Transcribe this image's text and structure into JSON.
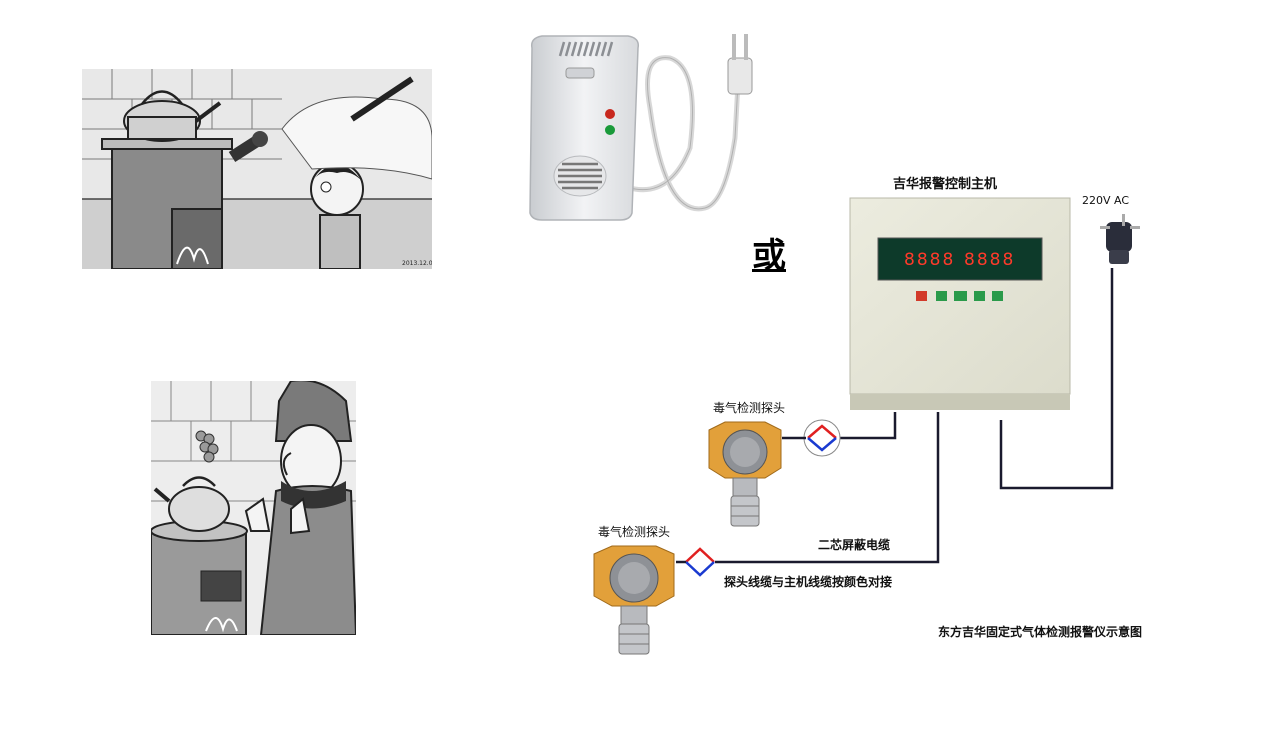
{
  "or_text": "或",
  "controller": {
    "title": "吉华报警控制主机",
    "display_left": "8888",
    "display_right": "8888"
  },
  "power": {
    "label": "220V AC"
  },
  "probes": [
    {
      "label": "毒气检测探头"
    },
    {
      "label": "毒气检测探头"
    }
  ],
  "cable_label": "二芯屏蔽电缆",
  "wiring_note": "探头线缆与主机线缆按颜色对接",
  "caption": "东方吉华固定式气体检测报警仪示意图",
  "colors": {
    "wire": "#1a1a2e",
    "led_red": "#ff3a2a",
    "led_panel": "#0d3a2a",
    "probe_orange": "#e2a03a",
    "diamond_red": "#e02020",
    "diamond_blue": "#1a3ad0"
  }
}
